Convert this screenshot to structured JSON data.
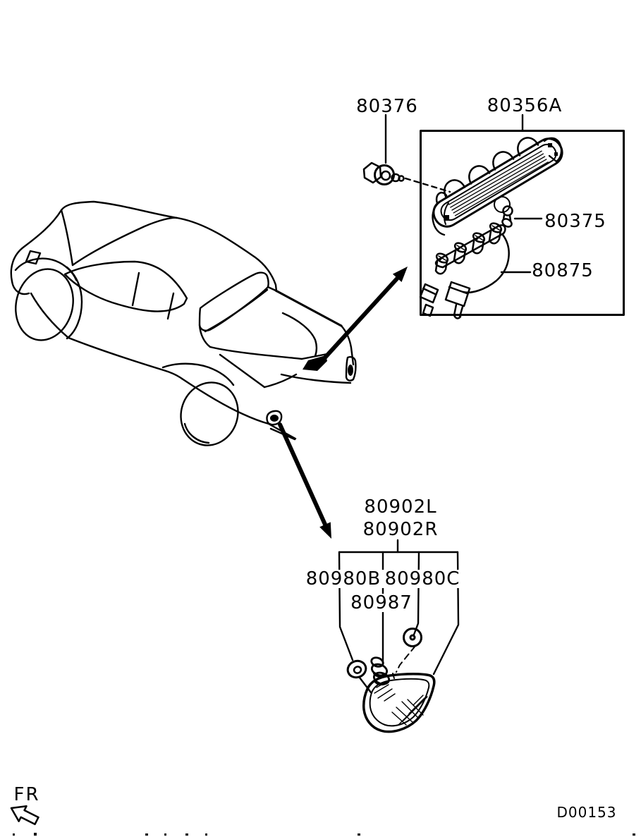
{
  "diagram": {
    "code": "D00153",
    "direction_indicator": "FR",
    "callouts": {
      "high_mount_screw": "80376",
      "high_mount_lamp_assembly": "80356A",
      "high_mount_bulb": "80375",
      "high_mount_harness": "80875",
      "rear_lamp_left": "80902L",
      "rear_lamp_right": "80902R",
      "grommet_b": "80980B",
      "grommet_c": "80980C",
      "bulb_socket": "80987"
    }
  }
}
